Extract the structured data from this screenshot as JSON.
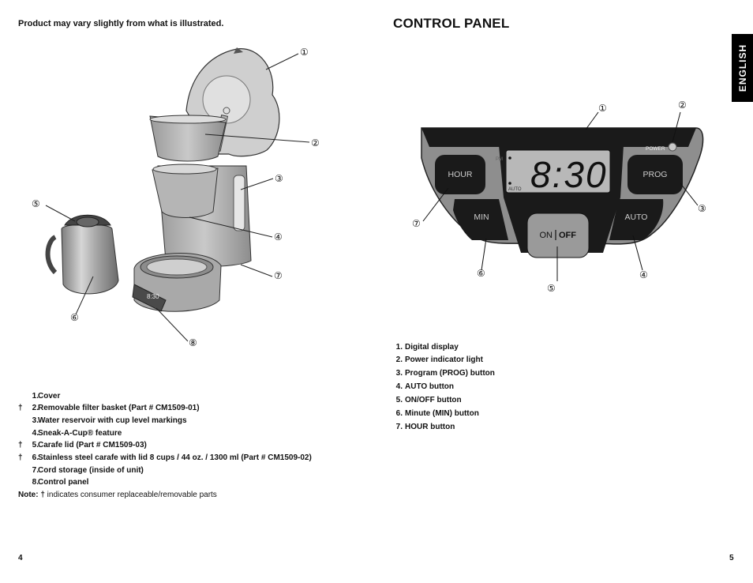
{
  "left_page": {
    "header": "Product may vary slightly from what is illustrated.",
    "callouts": [
      "①",
      "②",
      "③",
      "④",
      "⑤",
      "⑥",
      "⑦",
      "⑧"
    ],
    "display_time": "8:30",
    "parts": [
      {
        "dagger": "",
        "num": "1.",
        "text": "Cover"
      },
      {
        "dagger": "†",
        "num": "2.",
        "text": "Removable filter basket (Part # CM1509-01)"
      },
      {
        "dagger": "",
        "num": "3.",
        "text": "Water reservoir with cup level markings"
      },
      {
        "dagger": "",
        "num": "4.",
        "text": "Sneak-A-Cup® feature"
      },
      {
        "dagger": "†",
        "num": "5.",
        "text": "Carafe lid (Part # CM1509-03)"
      },
      {
        "dagger": "†",
        "num": "6.",
        "text": "Stainless steel carafe with lid 8 cups / 44 oz. / 1300 ml (Part # CM1509-02)"
      },
      {
        "dagger": "",
        "num": "7.",
        "text": "Cord storage (inside of unit)"
      },
      {
        "dagger": "",
        "num": "8.",
        "text": "Control panel"
      }
    ],
    "note_label": "Note: †",
    "note_text": " indicates consumer replaceable/removable parts",
    "page_number": "4"
  },
  "right_page": {
    "title": "CONTROL PANEL",
    "language_tab": "ENGLISH",
    "panel": {
      "power_label": "POWER",
      "pm_label": "PM",
      "auto_indicator": "AUTO",
      "time": "8:30",
      "buttons": {
        "hour": "HOUR",
        "prog": "PROG",
        "min": "MIN",
        "auto": "AUTO",
        "on": "ON",
        "off": "OFF"
      }
    },
    "callouts": [
      "①",
      "②",
      "③",
      "④",
      "⑤",
      "⑥",
      "⑦"
    ],
    "items": [
      {
        "num": "1.",
        "text": "Digital display"
      },
      {
        "num": "2.",
        "text": "Power indicator light"
      },
      {
        "num": "3.",
        "text": "Program (PROG) button"
      },
      {
        "num": "4.",
        "text": "AUTO button"
      },
      {
        "num": "5.",
        "text": "ON/OFF button"
      },
      {
        "num": "6.",
        "text": "Minute (MIN) button"
      },
      {
        "num": "7.",
        "text": "HOUR button"
      }
    ],
    "page_number": "5"
  }
}
